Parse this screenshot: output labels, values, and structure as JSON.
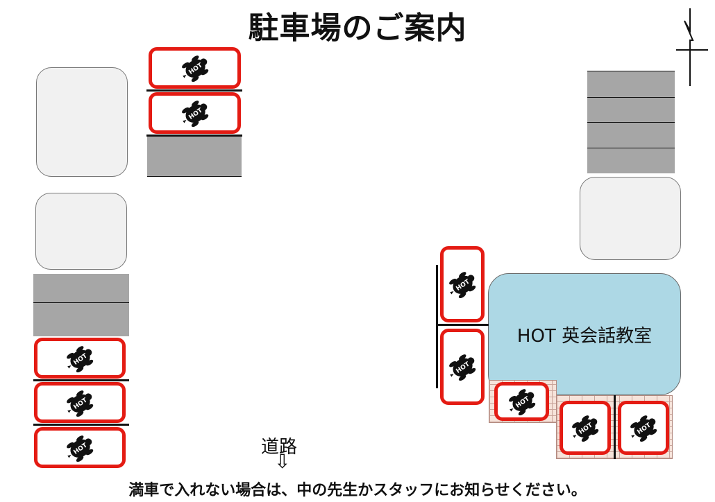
{
  "title": "駐車場のご案内",
  "school_label": "HOT 英会話教室",
  "road_label": "道路",
  "road_arrow": "⇩",
  "footer_note": "満車で入れない場合は、中の先生かスタッフにお知らせください。",
  "parking_icon": "turtle-logo-icon",
  "parking_icon_text": "HOT",
  "colors": {
    "slot_border": "#e41b13",
    "building_fill": "#f1f1f1",
    "school_fill": "#add8e5",
    "occupied_fill": "#a6a6a6"
  }
}
